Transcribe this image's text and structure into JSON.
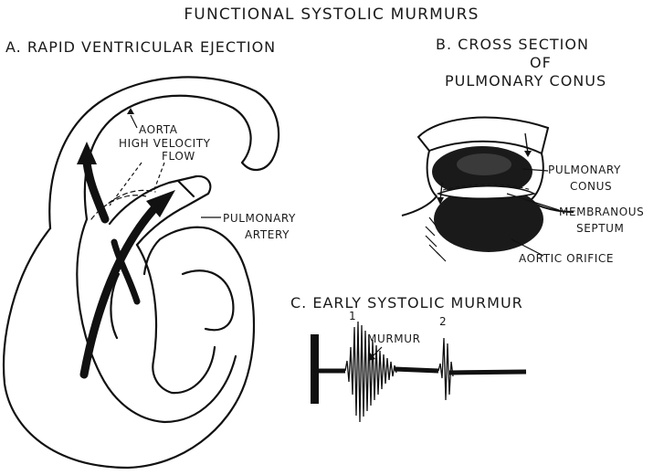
{
  "title": "FUNCTIONAL SYSTOLIC MURMURS",
  "panel_a": {
    "heading": "A. RAPID VENTRICULAR EJECTION",
    "labels": {
      "aorta": "AORTA",
      "high_velocity": "HIGH VELOCITY",
      "flow": "FLOW",
      "pulmonary": "PULMONARY",
      "artery": "ARTERY"
    }
  },
  "panel_b": {
    "heading_line1": "B. CROSS SECTION",
    "heading_line2": "OF",
    "heading_line3": "PULMONARY CONUS",
    "labels": {
      "pulmonary": "PULMONARY",
      "conus": "CONUS",
      "membranous": "MEMBRANOUS",
      "septum": "SEPTUM",
      "aortic_orifice": "AORTIC ORIFICE"
    }
  },
  "panel_c": {
    "heading": "C. EARLY SYSTOLIC MURMUR",
    "labels": {
      "murmur": "MURMUR",
      "sound_1": "1",
      "sound_2": "2"
    }
  }
}
